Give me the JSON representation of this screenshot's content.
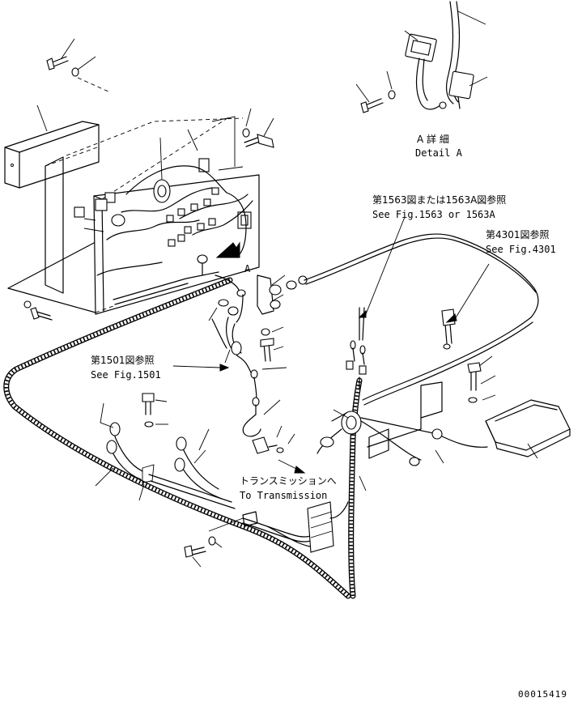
{
  "detail": {
    "title_jp": "A 詳 細",
    "title_en": "Detail A",
    "marker": "A"
  },
  "references": [
    {
      "jp": "第1563図または1563A図参照",
      "en": "See Fig.1563 or 1563A"
    },
    {
      "jp": "第4301図参照",
      "en": "See Fig.4301"
    },
    {
      "jp": "第1501図参照",
      "en": "See Fig.1501"
    }
  ],
  "transmission": {
    "jp": "トランスミッションへ",
    "en": "To Transmission"
  },
  "document_number": "00015419"
}
